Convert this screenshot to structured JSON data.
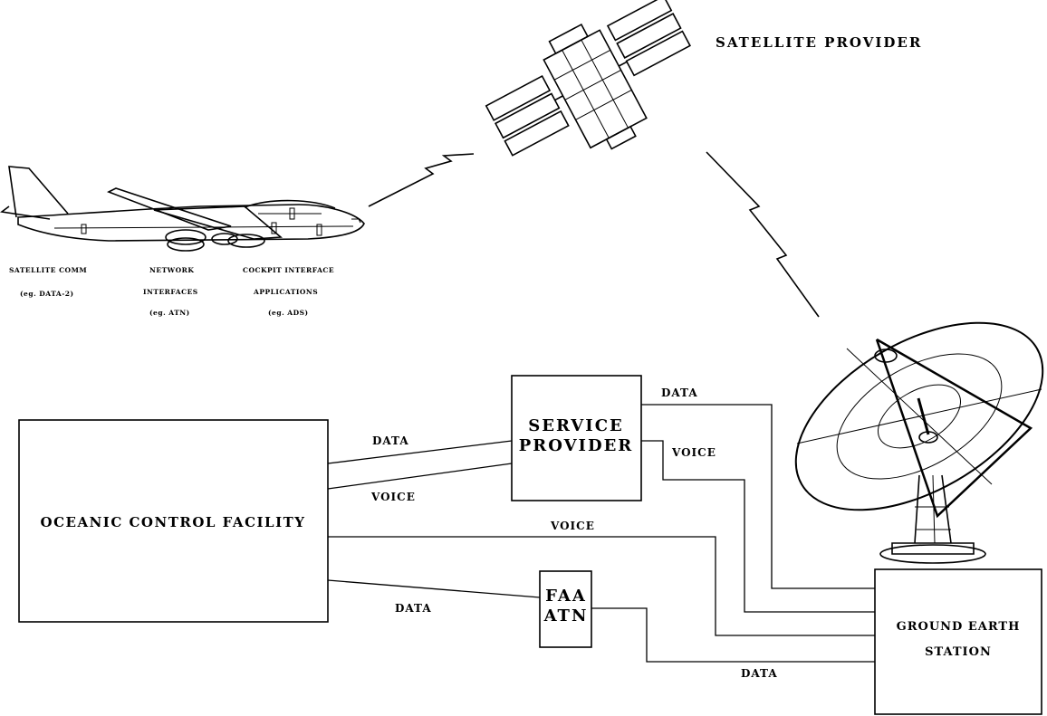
{
  "satellite_label": "SATELLITE PROVIDER",
  "aircraft_labels": {
    "satcom": [
      "SATELLITE COMM",
      "(eg. DATA-2)"
    ],
    "network": [
      "NETWORK",
      "INTERFACES",
      "(eg. ATN)"
    ],
    "cockpit": [
      "COCKPIT INTERFACE",
      "APPLICATIONS",
      "(eg. ADS)"
    ]
  },
  "boxes": {
    "oceanic": "OCEANIC CONTROL FACILITY",
    "service_provider": [
      "SERVICE",
      "PROVIDER"
    ],
    "faa_atn": [
      "FAA",
      "ATN"
    ],
    "ground_earth_station": [
      "GROUND EARTH",
      "STATION"
    ]
  },
  "links": {
    "ocf_sp_data": "DATA",
    "ocf_sp_voice": "VOICE",
    "sp_ges_data": "DATA",
    "sp_ges_voice": "VOICE",
    "ocf_ges_voice": "VOICE",
    "ocf_faa_data": "DATA",
    "faa_ges_data": "DATA"
  }
}
